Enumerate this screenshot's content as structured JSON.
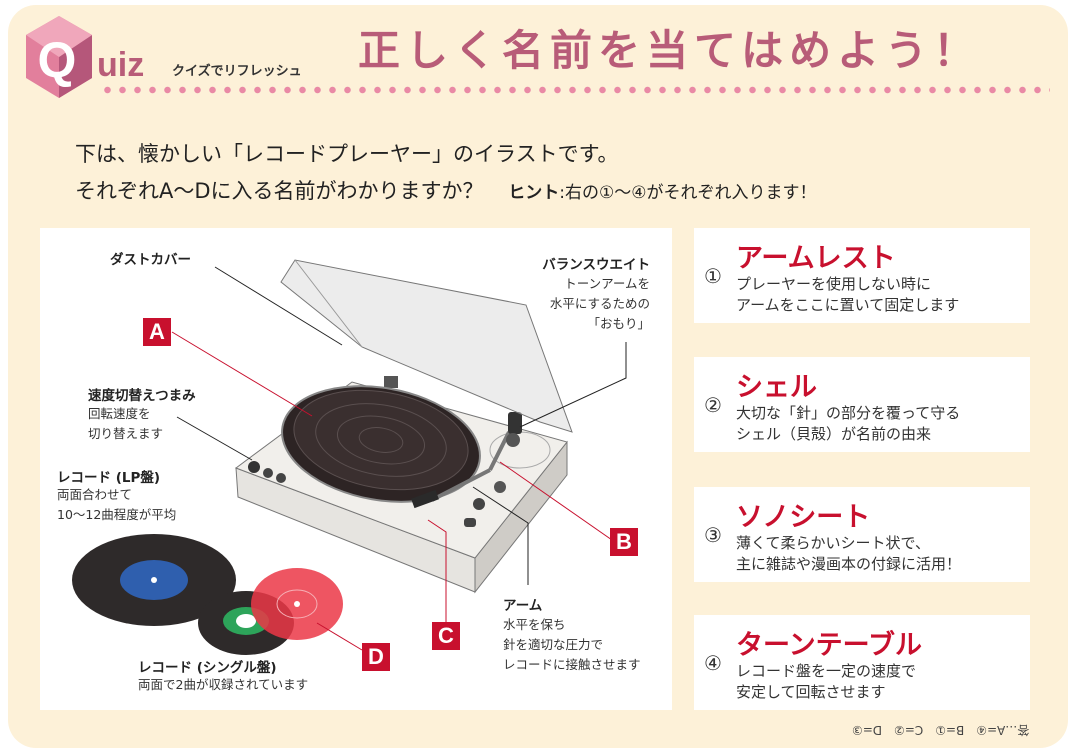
{
  "header": {
    "badge_letter": "Q",
    "quiz_word": "uiz",
    "quiz_subtitle": "クイズでリフレッシュ",
    "title": "正しく名前を当てはめよう！"
  },
  "intro": {
    "line1": "下は、懐かしい「レコードプレーヤー」のイラストです。",
    "line2": "それぞれA～Dに入る名前がわかりますか？",
    "hint_label": "ヒント",
    "hint_body": ":右の①～④がそれぞれ入ります！"
  },
  "illustration": {
    "labels": {
      "dust_cover": "ダストカバー",
      "balance_weight": "バランスウエイト",
      "balance_weight_desc": [
        "トーンアームを",
        "水平にするための",
        "「おもり」"
      ],
      "speed_knob": "速度切替えつまみ",
      "speed_knob_desc": [
        "回転速度を",
        "切り替えます"
      ],
      "lp": "レコード (LP盤)",
      "lp_desc": [
        "両面合わせて",
        "10～12曲程度が平均"
      ],
      "single": "レコード (シングル盤)",
      "single_desc": [
        "両面で2曲が収録されています"
      ],
      "arm": "アーム",
      "arm_desc": [
        "水平を保ち",
        "針を適切な圧力で",
        "レコードに接触させます"
      ]
    },
    "markers": [
      "A",
      "B",
      "C",
      "D"
    ]
  },
  "choices": [
    {
      "num": "①",
      "name": "アームレスト",
      "desc": "プレーヤーを使用しない時に\nアームをここに置いて固定します"
    },
    {
      "num": "②",
      "name": "シェル",
      "desc": "大切な「針」の部分を覆って守る\nシェル（貝殻）が名前の由来"
    },
    {
      "num": "③",
      "name": "ソノシート",
      "desc": "薄くて柔らかいシート状で、\n主に雑誌や漫画本の付録に活用！"
    },
    {
      "num": "④",
      "name": "ターンテーブル",
      "desc": "レコード盤を一定の速度で\n安定して回転させます"
    }
  ],
  "answer": "答…A=④　B=①　C=②　D=③",
  "colors": {
    "accent": "#b85c78",
    "red": "#c8102e",
    "background": "#fdf1d8"
  }
}
